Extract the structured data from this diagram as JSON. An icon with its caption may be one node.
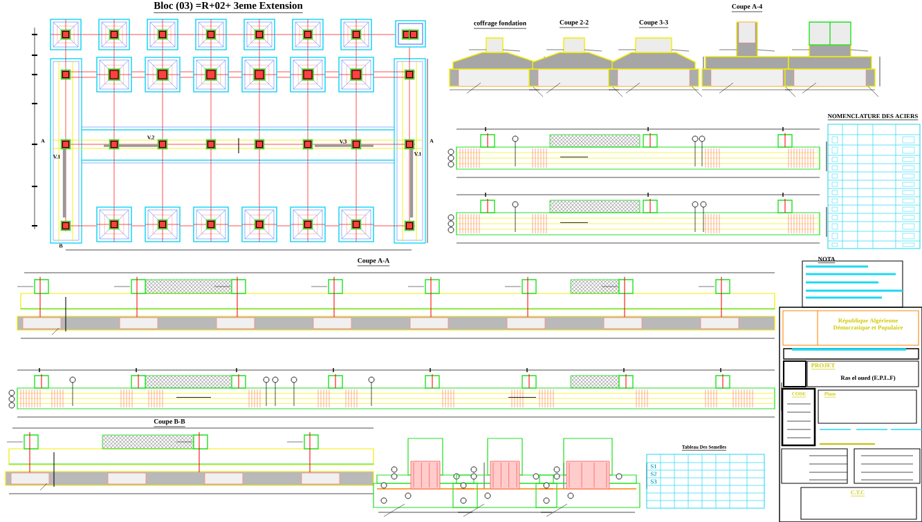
{
  "diagram": {
    "title": "Bloc (03) =R+02+ 3eme Extension",
    "labels": [
      "coffrage fondation",
      "Coupe 2-2",
      "Coupe 3-3",
      "Coupe A-4",
      "NOMENCLATURE DES ACIERS",
      "Coupe A-A",
      "NOTA",
      "Coupe B-B",
      "Tableau Des Semelles",
      "V.1",
      "V.2",
      "V.3",
      "V.1",
      "A",
      "A",
      "B",
      "S1",
      "S2",
      "S3",
      "République Algérienne Démocratique et Populaire",
      "PROJET",
      "Ras el oued (E.P.L.F)",
      "CODE",
      "Plans",
      "C.T.C"
    ]
  }
}
